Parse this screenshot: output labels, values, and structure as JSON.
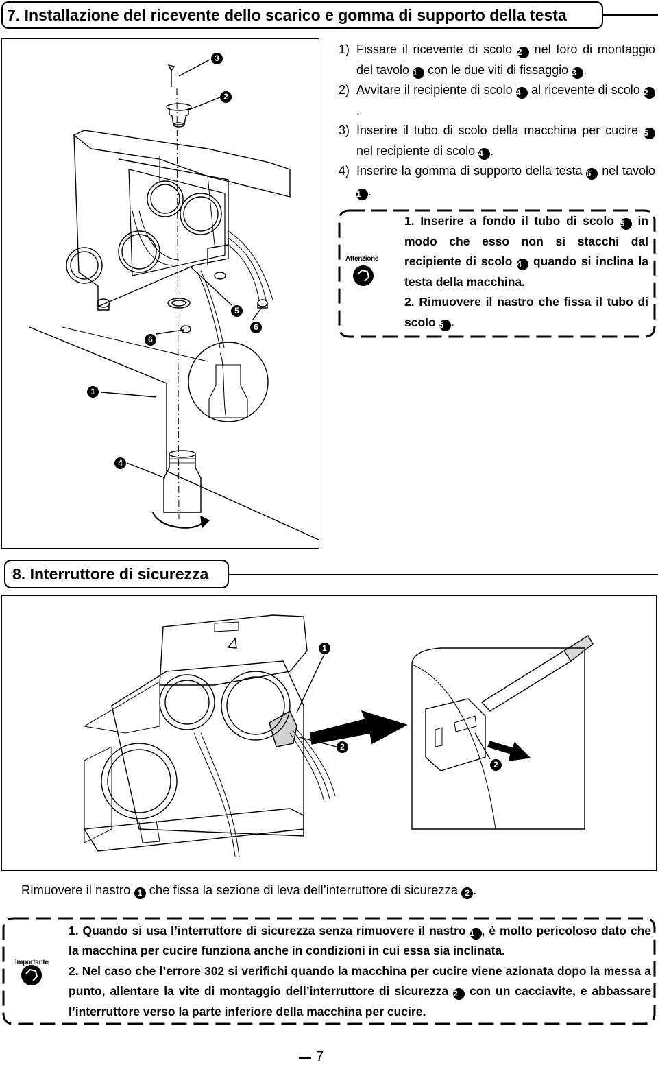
{
  "section7": {
    "title": "7. Installazione del ricevente dello scarico e gomma di supporto della testa",
    "steps": [
      {
        "num": "1)",
        "parts": [
          "Fissare il ricevente di scolo ",
          "2",
          " nel foro di montaggio del tavolo ",
          "1",
          " con le due viti di fissaggio ",
          "3",
          "."
        ]
      },
      {
        "num": "2)",
        "parts": [
          "Avvitare il recipiente di scolo ",
          "4",
          " al ricevente di scolo ",
          "2",
          "."
        ]
      },
      {
        "num": "3)",
        "parts": [
          "Inserire il tubo di scolo della macchina per cucire ",
          "5",
          " nel recipiente di scolo ",
          "4",
          "."
        ]
      },
      {
        "num": "4)",
        "parts": [
          "Inserire la gomma di supporto della testa ",
          "6",
          " nel tavolo ",
          "1",
          "."
        ]
      }
    ],
    "caution": {
      "badge": "Attenzione",
      "items": [
        {
          "num": "1.",
          "parts": [
            "Inserire a fondo il tubo di scolo ",
            "5",
            " in modo che esso non si stacchi dal recipiente di scolo ",
            "4",
            " quando si inclina la testa della macchina."
          ]
        },
        {
          "num": "2.",
          "parts": [
            "Rimuovere il nastro che fissa il tubo di scolo ",
            "5",
            "."
          ]
        }
      ]
    },
    "figure_callouts": [
      "3",
      "2",
      "5",
      "6",
      "6",
      "1",
      "4"
    ]
  },
  "section8": {
    "title": "8. Interruttore di sicurezza",
    "figure_callouts": [
      "1",
      "2",
      "2"
    ],
    "instruction_parts": [
      "Rimuovere il nastro ",
      "1",
      " che fissa la sezione di leva dell’interruttore di sicurezza ",
      "2",
      "."
    ],
    "important": {
      "badge": "Importante",
      "items": [
        {
          "num": "1.",
          "parts": [
            "Quando si usa l’interruttore di sicurezza senza rimuovere il nastro ",
            "1",
            ", è molto pericoloso dato che la macchina per cucire funziona anche in condizioni in cui essa sia inclinata."
          ]
        },
        {
          "num": "2.",
          "parts": [
            "Nel caso che l’errore 302 si verifichi quando la macchina per cucire viene azionata dopo la messa a punto, allentare la vite di montaggio dell’interruttore di sicurezza ",
            "2",
            " con un cacciavite, e abbassare l’interruttore verso la parte inferiore della macchina per cucire."
          ]
        }
      ]
    }
  },
  "page_number": "7"
}
